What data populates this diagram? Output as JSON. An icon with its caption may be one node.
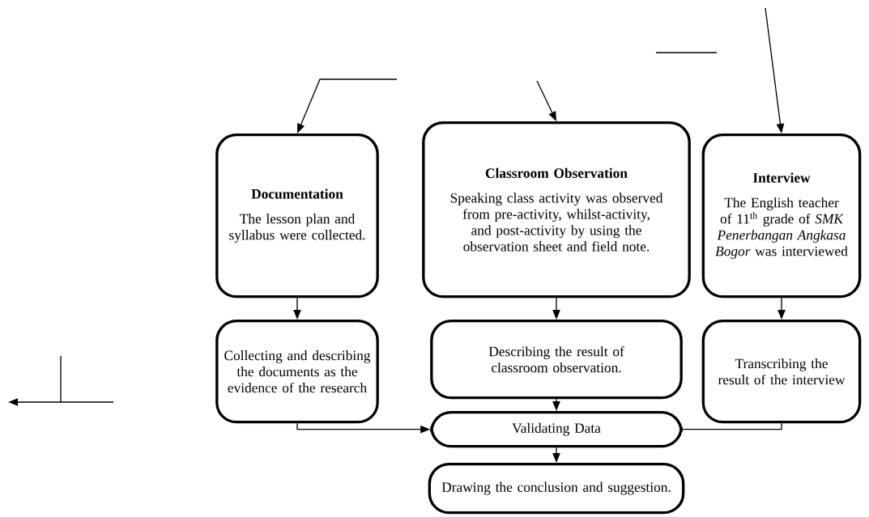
{
  "diagram": {
    "nodes": [
      {
        "text": [
          "Documentation",
          "The lesson plan and syllabus were collected."
        ]
      },
      {
        "text": [
          "Classroom Observation",
          "Speaking class activity was observed from pre-activity, whilst-activity, and post-activity by using the observation sheet and field note."
        ]
      },
      {
        "text": [
          "Interview",
          "The English teacher of 11$^{th}$ grade of *SMK Penerbangan Angkasa Bogor* was interviewed"
        ]
      },
      {
        "text": [
          "Collecting and describing the documents as the evidence of the research"
        ]
      },
      {
        "text": [
          "Describing the result of classroom observation."
        ]
      },
      {
        "text": [
          "Transcribing the result of the interview"
        ]
      },
      {
        "text": [
          "Validating Data"
        ]
      },
      {
        "text": [
          "Drawing the conclusion and suggestion."
        ]
      }
    ],
    "edges": [
      {
        "from": null,
        "to": 0,
        "arrow": "to"
      },
      {
        "from": null,
        "to": 1,
        "arrow": "to"
      },
      {
        "from": null,
        "to": 2,
        "arrow": "to"
      },
      {
        "from": 0,
        "to": 3,
        "arrow": "to"
      },
      {
        "from": 1,
        "to": 4,
        "arrow": "to"
      },
      {
        "from": 2,
        "to": 5,
        "arrow": "to"
      },
      {
        "from": 3,
        "to": 6,
        "arrow": "to"
      },
      {
        "from": 4,
        "to": 6,
        "arrow": "to"
      },
      {
        "from": 5,
        "to": 6,
        "arrow": "none"
      },
      {
        "from": 6,
        "to": 7,
        "arrow": "to"
      }
    ]
  }
}
